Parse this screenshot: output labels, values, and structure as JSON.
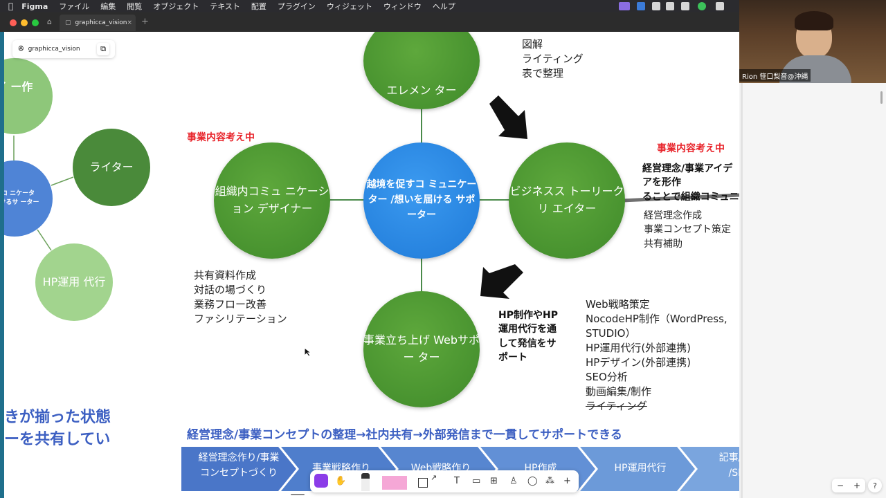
{
  "menubar": {
    "app": "Figma",
    "items": [
      "ファイル",
      "編集",
      "閲覧",
      "オブジェクト",
      "テキスト",
      "配置",
      "プラグイン",
      "ウィジェット",
      "ウィンドウ",
      "ヘルプ"
    ]
  },
  "tabbar": {
    "tab_title": "graphicca_vision"
  },
  "file_badge": {
    "name": "graphicca_vision"
  },
  "video": {
    "name_label": "Rion 笹口梨音@沖縄"
  },
  "left_cluster": {
    "top_circle": "Pワイ\nー作成",
    "writer": "ライター",
    "blue_partial": "境を促すコ\nニケーター/\nを届けるサ\nーター",
    "hp_ops": "HP運用\n代行",
    "tagline": "きが揃った状態\nーを共有してい"
  },
  "nodes": {
    "top": "エレメン\nター",
    "center": "越境を促すコ\nミュニケーター\n/想いを届ける\nサポーター",
    "left": "組織内コミュ\nニケーション\nデザイナー",
    "right": "ビジネスス\nトーリークリ\nエイター",
    "bottom": "事業立ち上げ\nWebサポー\nター"
  },
  "notes": {
    "top_right": "図解\nライティング\n表で整理",
    "red_left": "事業内容考え中",
    "red_right": "事業内容考え中",
    "right_bold": "経営理念/事業アイデアを形作\nることで組織コミュニケーショ\nンを円滑化させる",
    "right_list": "経営理念作成\n事業コンセプト策定\n共有補助",
    "left_list": "共有資料作成\n対話の場づくり\n業務フロー改善\nファシリテーション",
    "bottom_bold": "HP制作やHP\n運用代行を通\nして発信をサ\nポート",
    "bottom_list": [
      "Web戦略策定",
      "NocodeHP制作（WordPress,",
      "STUDIO）",
      "HP運用代行(外部連携)",
      "HPデザイン(外部連携)",
      "SEO分析",
      "動画編集/制作"
    ],
    "bottom_strike": "ライティング"
  },
  "flow": {
    "headline": "経営理念/事業コンセプトの整理→社内共有→外部発信まで一貫してサポートできる",
    "steps": [
      "経営理念作り/事業\nコンセプトづくり",
      "事業戦略作り",
      "Web戦略作り",
      "HP作成",
      "HP運用代行",
      "記事/動画\n/SNS"
    ]
  },
  "zoom": {
    "minus": "−",
    "plus": "+"
  },
  "help": "?",
  "colors": {
    "green": "#4a9630",
    "blue": "#2787e6",
    "red": "#e8242b",
    "flow_blue": "#4a76c8",
    "tagline_blue": "#3c5fc2"
  }
}
